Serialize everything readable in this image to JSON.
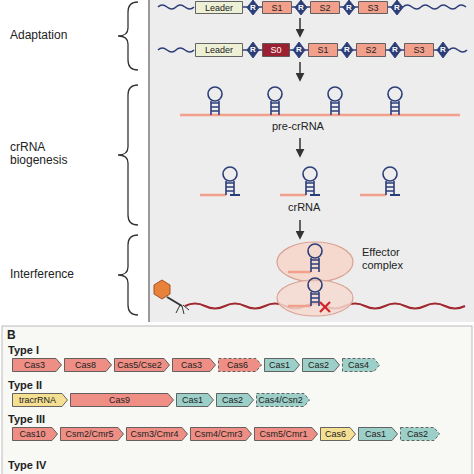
{
  "diagram": {
    "nodes": [
      {
        "text": [
          "Leader"
        ]
      },
      {
        "text": [
          "R"
        ]
      },
      {
        "text": [
          "S1"
        ]
      },
      {
        "text": [
          "R"
        ]
      },
      {
        "text": [
          "S2"
        ]
      },
      {
        "text": [
          "R"
        ]
      },
      {
        "text": [
          "S3"
        ]
      },
      {
        "text": [
          "R"
        ]
      },
      {
        "text": [
          "Leader"
        ]
      },
      {
        "text": [
          "R"
        ]
      },
      {
        "text": [
          "S0"
        ]
      },
      {
        "text": [
          "R"
        ]
      },
      {
        "text": [
          "S1"
        ]
      },
      {
        "text": [
          "R"
        ]
      },
      {
        "text": [
          "S2"
        ]
      },
      {
        "text": [
          "R"
        ]
      },
      {
        "text": [
          "S3"
        ]
      },
      {
        "text": [
          "R"
        ]
      },
      {
        "text": [
          "Cas3"
        ]
      },
      {
        "text": [
          "Cas8"
        ]
      },
      {
        "text": [
          "Cas5/Cse2"
        ]
      },
      {
        "text": [
          "Cas3"
        ]
      },
      {
        "text": [
          "Cas6"
        ]
      },
      {
        "text": [
          "Cas1"
        ]
      },
      {
        "text": [
          "Cas2"
        ]
      },
      {
        "text": [
          "Cas4"
        ]
      },
      {
        "text": [
          "tracrRNA"
        ]
      },
      {
        "text": [
          "Cas9"
        ]
      },
      {
        "text": [
          "Cas1"
        ]
      },
      {
        "text": [
          "Cas2"
        ]
      },
      {
        "text": [
          "Cas4/Csn2"
        ]
      },
      {
        "text": [
          "Cas10"
        ]
      },
      {
        "text": [
          "Csm2/Cmr5"
        ]
      },
      {
        "text": [
          "Csm3/Cmr4"
        ]
      },
      {
        "text": [
          "Csm4/Cmr3"
        ]
      },
      {
        "text": [
          "Csm5/Cmr1"
        ]
      },
      {
        "text": [
          "Cas6"
        ]
      },
      {
        "text": [
          "Cas1"
        ]
      },
      {
        "text": [
          "Cas2"
        ]
      }
    ],
    "labels": [
      "Adaptation",
      "crRNA biogenesis",
      "Interference",
      "pre-crRNA",
      "crRNA",
      "Effector complex",
      "B",
      "Type I",
      "Type II",
      "Type III",
      "Type IV"
    ]
  }
}
